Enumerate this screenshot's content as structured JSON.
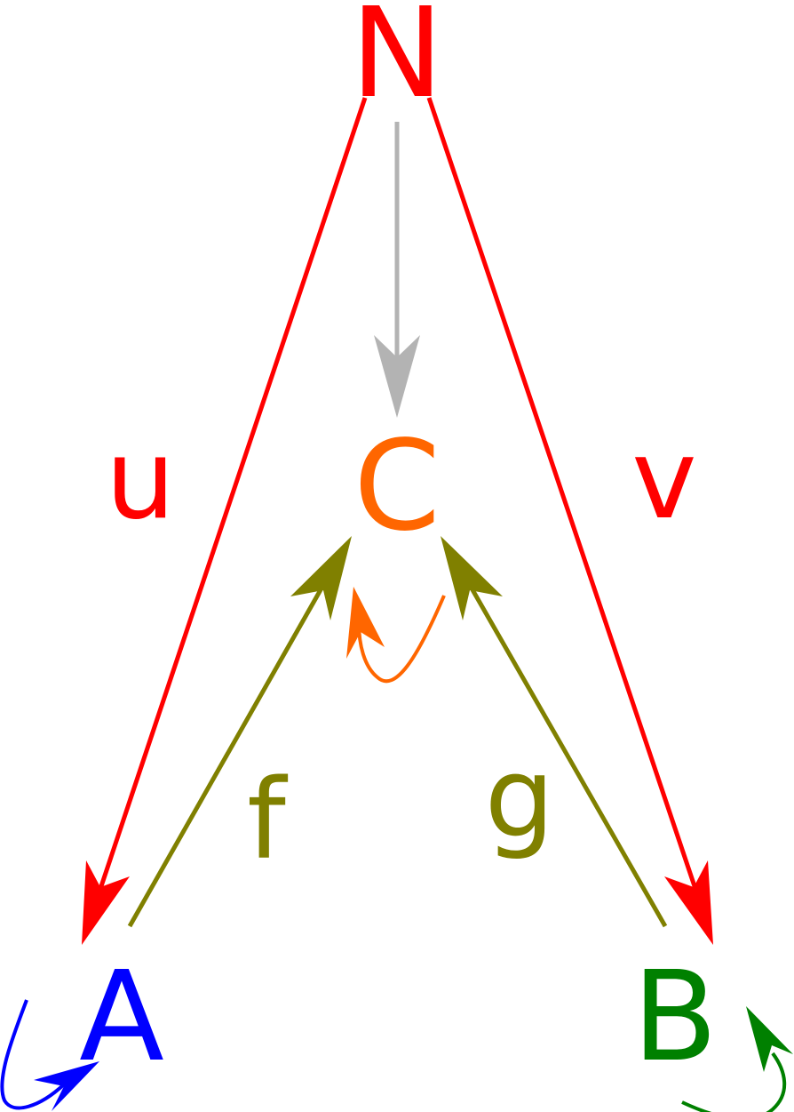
{
  "nodes": {
    "N": {
      "label": "N",
      "color": "#ff0000"
    },
    "C": {
      "label": "C",
      "color": "#ff6600"
    },
    "A": {
      "label": "A",
      "color": "#0000ff"
    },
    "B": {
      "label": "B",
      "color": "#008000"
    }
  },
  "edges": {
    "u": {
      "label": "u",
      "from": "N",
      "to": "A",
      "color": "#ff0000"
    },
    "v": {
      "label": "v",
      "from": "N",
      "to": "B",
      "color": "#ff0000"
    },
    "f": {
      "label": "f",
      "from": "A",
      "to": "C",
      "color": "#808000"
    },
    "g": {
      "label": "g",
      "from": "B",
      "to": "C",
      "color": "#808000"
    },
    "nc": {
      "from": "N",
      "to": "C",
      "color": "#b3b3b3"
    }
  },
  "loops": {
    "C": {
      "node": "C",
      "color": "#ff6600"
    },
    "A": {
      "node": "A",
      "color": "#0000ff"
    },
    "B": {
      "node": "B",
      "color": "#008000"
    }
  }
}
